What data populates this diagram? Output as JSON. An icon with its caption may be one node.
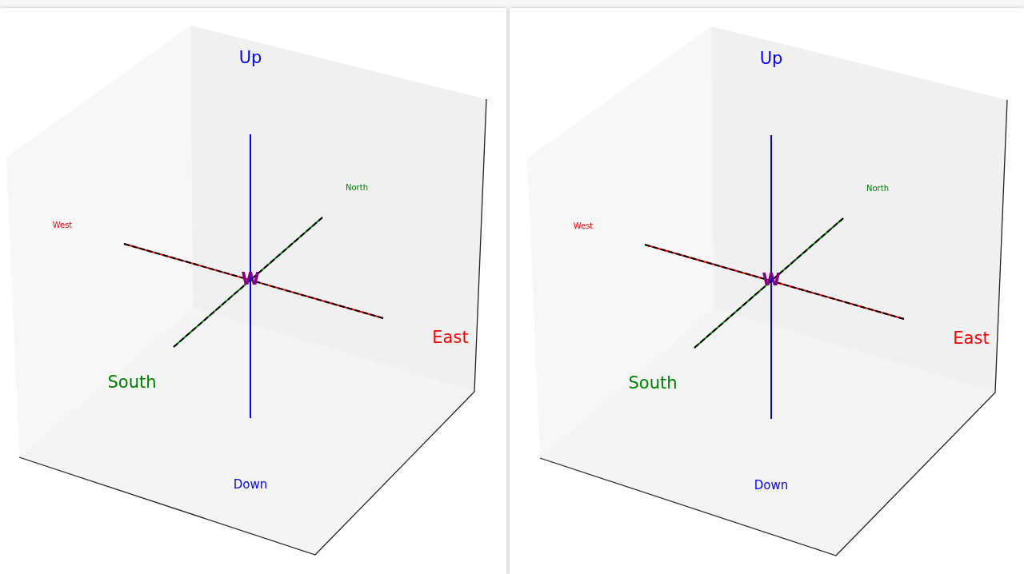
{
  "diagram": {
    "labels": [
      "Up",
      "North",
      "West",
      "W",
      "East",
      "South",
      "Down",
      "Up",
      "North",
      "West",
      "W",
      "East",
      "South",
      "Down"
    ]
  }
}
